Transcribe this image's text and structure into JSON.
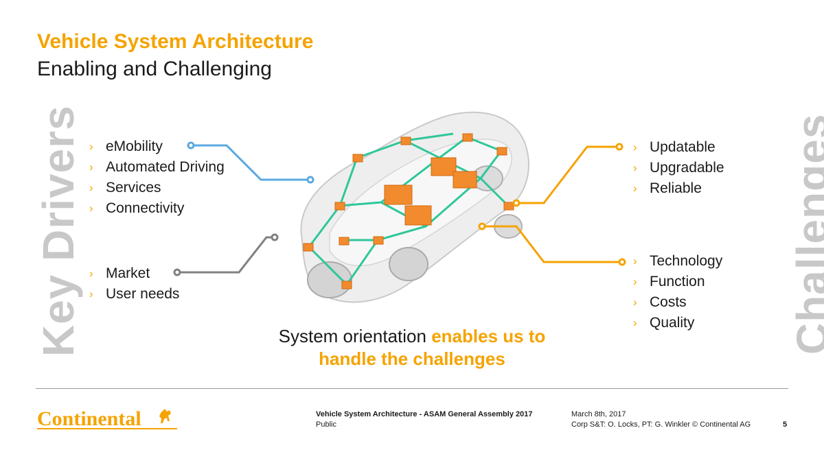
{
  "header": {
    "title": "Vehicle System Architecture",
    "subtitle": "Enabling and Challenging"
  },
  "side_labels": {
    "left": "Key Drivers",
    "right": "Challenges"
  },
  "drivers_primary": [
    "eMobility",
    "Automated Driving",
    "Services",
    "Connectivity"
  ],
  "drivers_secondary": [
    "Market",
    "User needs"
  ],
  "challenges_primary": [
    "Updatable",
    "Upgradable",
    "Reliable"
  ],
  "challenges_secondary": [
    "Technology",
    "Function",
    "Costs",
    "Quality"
  ],
  "bullet_glyph": "›",
  "tagline": {
    "plain": "System orientation ",
    "highlight_1": "enables us to",
    "highlight_2": "handle the challenges"
  },
  "footer": {
    "logo_text": "Continental",
    "doc_title": "Vehicle System Architecture - ASAM General Assembly 2017",
    "classification": "Public",
    "date": "March 8th, 2017",
    "authors": "Corp S&T: O. Locks, PT: G. Winkler © Continental AG",
    "page_number": "5"
  },
  "colors": {
    "accent": "#f5a300",
    "blue_connector": "#5aa8e0",
    "gray_connector": "#808080",
    "side_label": "#c8c8c8",
    "ecu": "#f28a2e",
    "network": "#2ec79a"
  }
}
